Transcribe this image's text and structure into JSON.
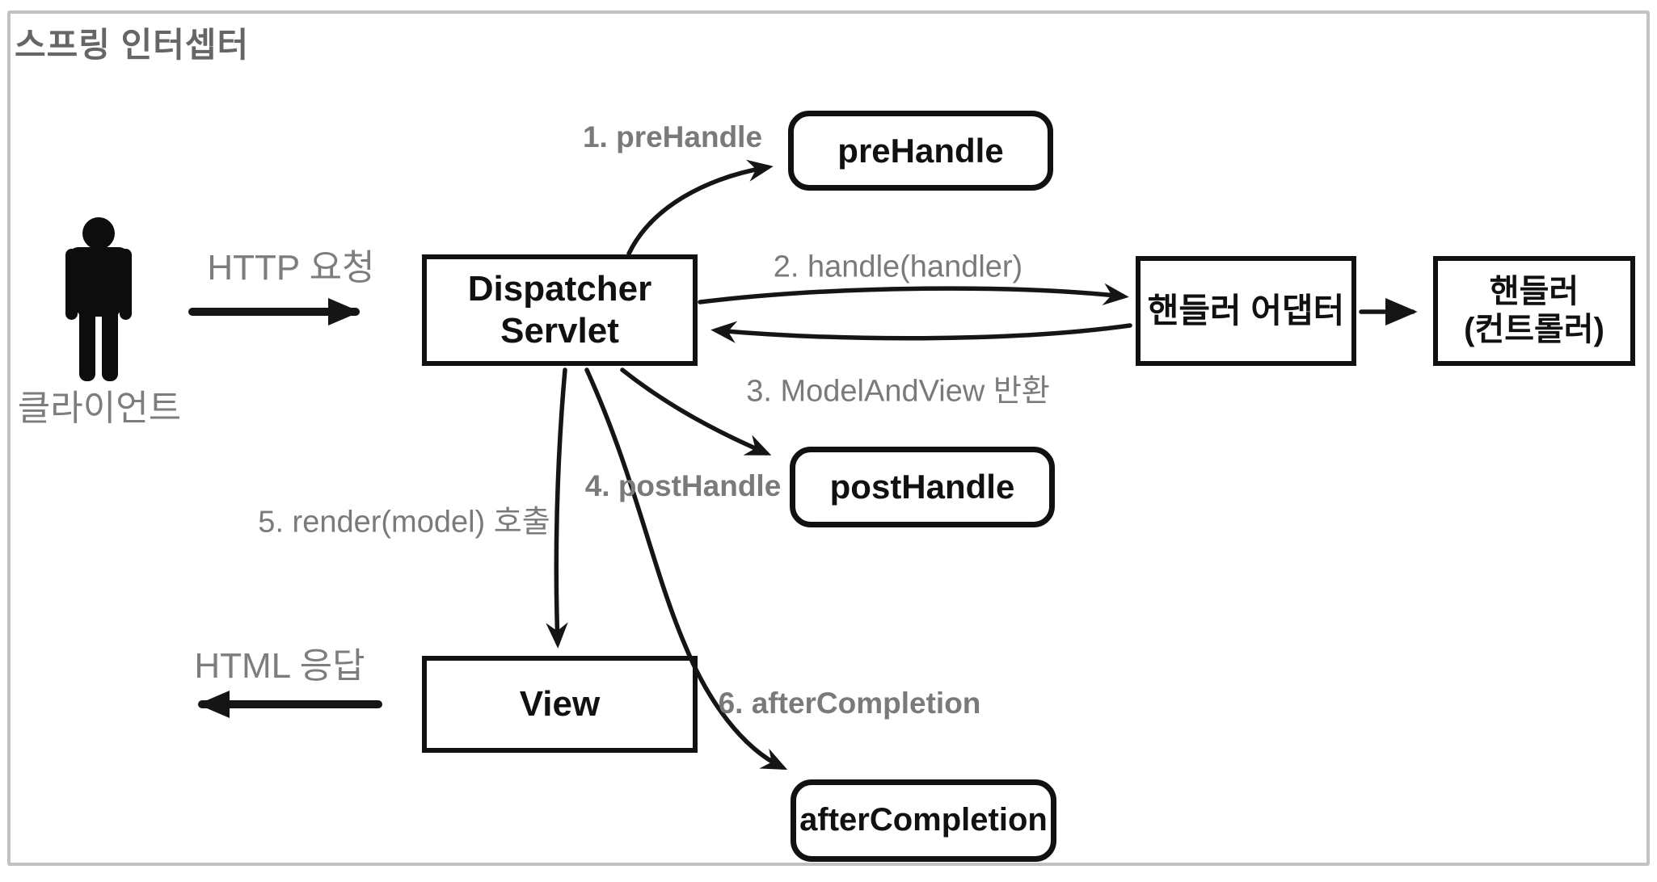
{
  "diagram": {
    "title": "스프링 인터셉터",
    "client_label": "클라이언트",
    "nodes": {
      "dispatcher": {
        "line1": "Dispatcher",
        "line2": "Servlet"
      },
      "pre_handle": {
        "label": "preHandle"
      },
      "post_handle": {
        "label": "postHandle"
      },
      "after_completion": {
        "label": "afterCompletion"
      },
      "handler_adapter": {
        "label": "핸들러 어댑터"
      },
      "handler_controller": {
        "line1": "핸들러",
        "line2": "(컨트롤러)"
      },
      "view": {
        "label": "View"
      }
    },
    "flows": {
      "http_request": "HTTP 요청",
      "html_response": "HTML 응답",
      "step1": "1. preHandle",
      "step2": "2. handle(handler)",
      "step3": "3. ModelAndView 반환",
      "step4": "4. postHandle",
      "step5": "5. render(model) 호출",
      "step6": "6. afterCompletion"
    },
    "colors": {
      "stroke": "#151515",
      "box_border": "#111111",
      "label_gray": "#7a7a7a",
      "title_gray": "#666666",
      "frame_border": "#c2c2c2",
      "background": "#ffffff"
    }
  }
}
